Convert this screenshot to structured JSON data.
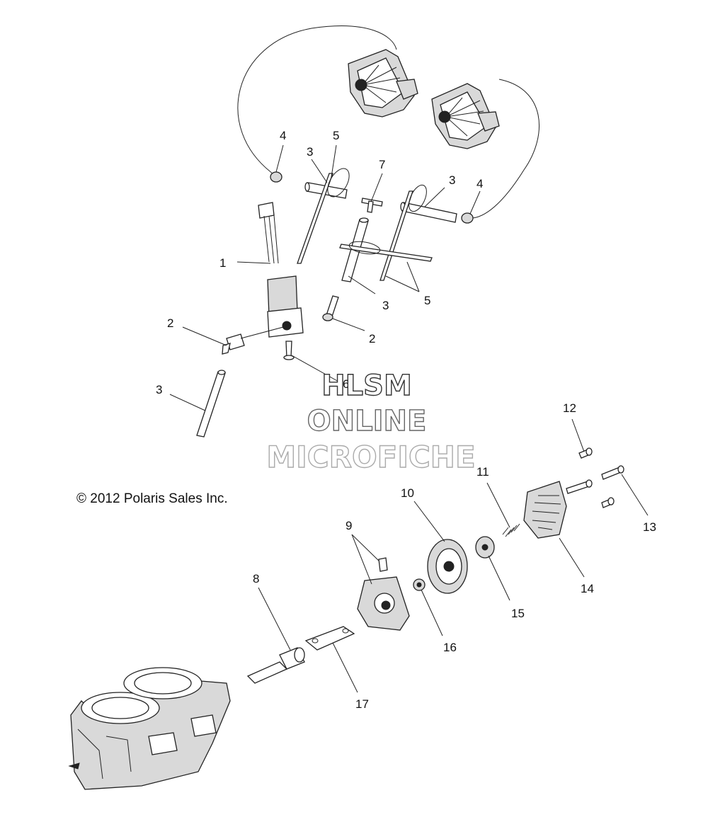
{
  "callouts": {
    "c1": "1",
    "c2a": "2",
    "c2b": "2",
    "c3a": "3",
    "c3b": "3",
    "c3c": "3",
    "c3d": "3",
    "c4a": "4",
    "c4b": "4",
    "c5a": "5",
    "c5b": "5",
    "c6": "6",
    "c7": "7",
    "c8": "8",
    "c9": "9",
    "c10": "10",
    "c11": "11",
    "c12": "12",
    "c13": "13",
    "c14": "14",
    "c15": "15",
    "c16": "16",
    "c17": "17"
  },
  "watermark": {
    "line1": "HLSM",
    "line2": "ONLINE",
    "line3": "MICROFICHE"
  },
  "copyright": "© 2012 Polaris Sales Inc.",
  "colors": {
    "ink": "#222222",
    "background": "#ffffff",
    "watermark1": "#333333",
    "watermark2": "#666666",
    "watermark3": "#aaaaaa"
  }
}
